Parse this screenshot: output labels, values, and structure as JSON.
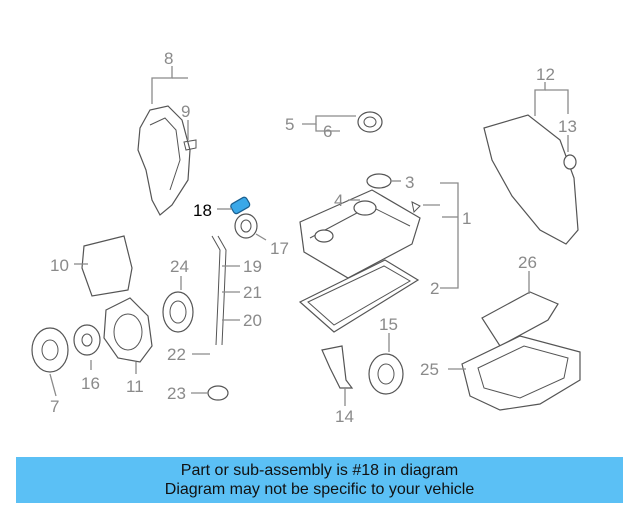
{
  "callouts": {
    "c1": "1",
    "c2": "2",
    "c3": "3",
    "c4": "4",
    "c5": "5",
    "c6": "6",
    "c7": "7",
    "c8": "8",
    "c9": "9",
    "c10": "10",
    "c11": "11",
    "c12": "12",
    "c13": "13",
    "c14": "14",
    "c15": "15",
    "c16": "16",
    "c17": "17",
    "c18": "18",
    "c19": "19",
    "c20": "20",
    "c21": "21",
    "c22": "22",
    "c23": "23",
    "c24": "24",
    "c25": "25",
    "c26": "26"
  },
  "highlighted_part": "18",
  "colors": {
    "banner": "#5bc0f5",
    "highlight": "#3aa8e8",
    "callout": "#8a8a8a"
  },
  "banner": {
    "line1": "Part or sub-assembly is #18 in diagram",
    "line2": "Diagram may not be specific to your vehicle"
  }
}
